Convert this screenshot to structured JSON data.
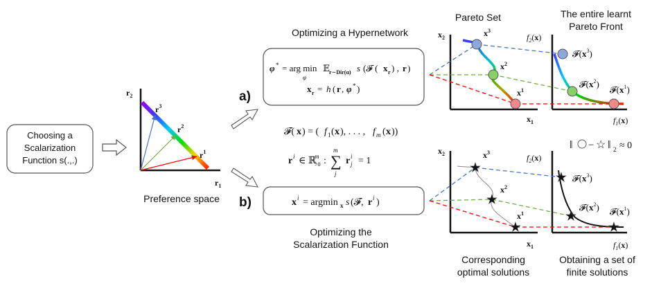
{
  "left_box": {
    "line1": "Choosing a",
    "line2": "Scalarization",
    "line3": "Function s(.,.)"
  },
  "preference": {
    "title": "Preference space",
    "axis_x": "r1",
    "axis_y": "r2",
    "points": [
      "r1",
      "r2",
      "r3"
    ]
  },
  "branch_a": {
    "tag": "a)",
    "title": "Optimizing a Hypernetwork",
    "eq1": "φ* = arg min_φ E_{r~Dir(α)} s(F(x_r), r)",
    "eq2": "x_r = h(r, φ*)"
  },
  "middle": {
    "eq_F": "F(x) = (f1(x), ..., fm(x))",
    "eq_r": "r^i ∈ R^m_{>0} : Σ_j r^i_j = 1"
  },
  "branch_b": {
    "tag": "b)",
    "eq": "x^i = argmin_x s(F, r^i)",
    "title_line1": "Optimizing the",
    "title_line2": "Scalarization Function"
  },
  "top_plots": {
    "left_title": "Pareto Set",
    "right_title_line1": "The entire learnt",
    "right_title_line2": "Pareto Front",
    "xaxis_left": "x1",
    "yaxis_left": "x2",
    "xaxis_right": "f1(x)",
    "yaxis_right": "f2(x)",
    "set_labels": [
      "x3",
      "x2",
      "x1"
    ],
    "front_labels": [
      "F(x3)",
      "F(x2)",
      "F(x1)"
    ]
  },
  "bottom_plots": {
    "norm_eq": "||○ − ☆||2 ≈ 0",
    "left_caption_line1": "Corresponding",
    "left_caption_line2": "optimal solutions",
    "right_caption_line1": "Obtaining a set of",
    "right_caption_line2": "finite solutions",
    "xaxis_left": "x1",
    "yaxis_left": "x2",
    "xaxis_right": "f1(x)",
    "yaxis_right": "f2(x)",
    "set_labels": [
      "x3",
      "x2",
      "x1"
    ],
    "front_labels": [
      "F(x3)",
      "F(x2)",
      "F(x1)"
    ]
  },
  "colors": {
    "blue": "#4472c4",
    "green": "#70ad47",
    "red": "#ff0000",
    "circle_blue": "#8fa8dc",
    "circle_green": "#8ccf6a",
    "circle_red": "#f08a8a",
    "star_blue": "#8fa8dc",
    "star_green": "#8ccf6a",
    "star_red": "#f5a0b5"
  }
}
